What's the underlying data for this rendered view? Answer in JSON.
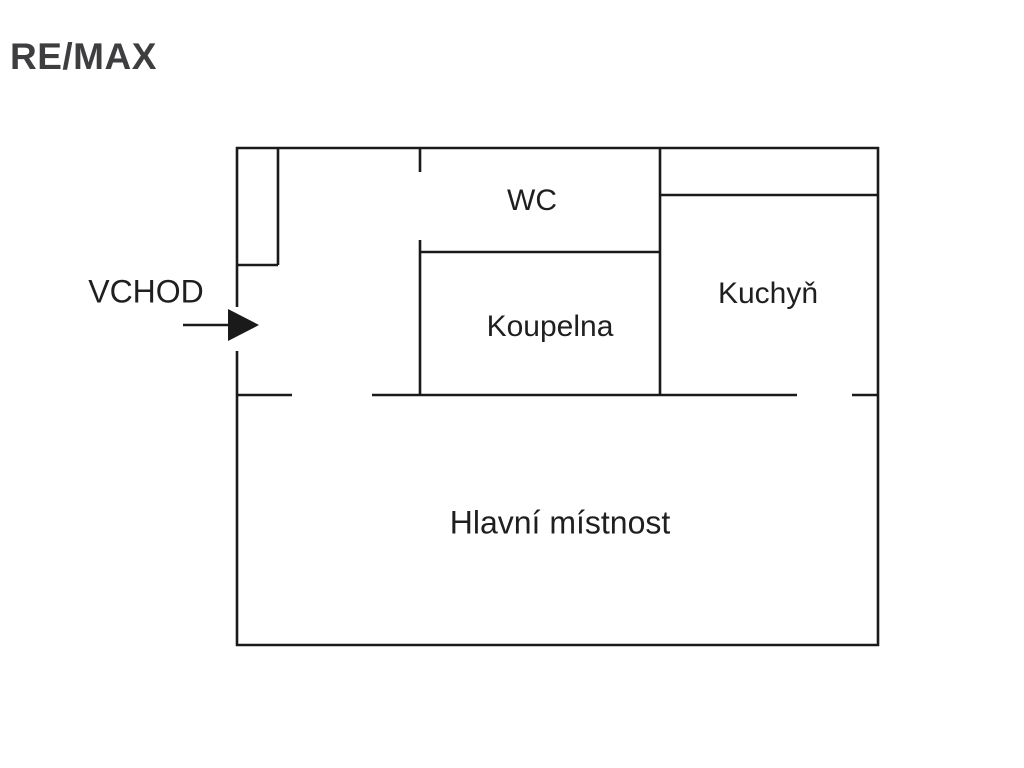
{
  "logo": {
    "text": "RE/MAX"
  },
  "floorplan": {
    "entrance": {
      "label": "VCHOD"
    },
    "rooms": {
      "wc": {
        "label": "WC"
      },
      "koupelna": {
        "label": "Koupelna"
      },
      "kuchyn": {
        "label": "Kuchyň"
      },
      "hlavni": {
        "label": "Hlavní místnost"
      }
    },
    "colors": {
      "wall": "#1a1a1a",
      "text": "#1f1f1f",
      "logo": "#3e3e40",
      "background": "#ffffff"
    }
  }
}
